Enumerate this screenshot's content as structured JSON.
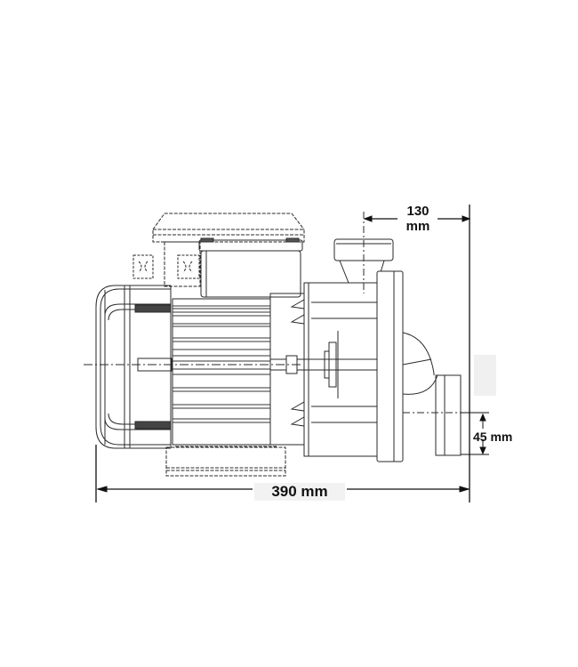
{
  "diagram": {
    "subject": "Pump technical drawing (side elevation)",
    "dimensions": {
      "discharge_offset": {
        "value": "130",
        "unit": "mm"
      },
      "outlet_height": {
        "value": "45",
        "unit": "mm",
        "label": "45 mm"
      },
      "overall_length": {
        "value": "390",
        "unit": "mm",
        "label": "390 mm"
      }
    },
    "components": [
      "fan-cover",
      "motor-body-finned",
      "terminal-box",
      "cable-glands",
      "motor-base",
      "pump-housing-flange",
      "suction-port-top",
      "discharge-outlet",
      "impeller-shaft"
    ],
    "colors": {
      "line": "#2a2a2a",
      "background": "#ffffff",
      "label_bg": "#f2f2f2"
    }
  }
}
